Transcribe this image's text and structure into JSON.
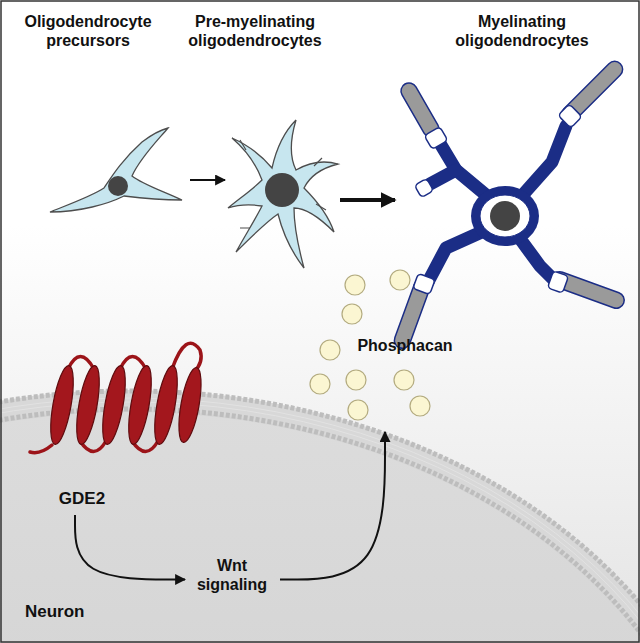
{
  "diagram": {
    "nodes": [
      {
        "text": [
          "Oligodendrocyte precursors"
        ]
      },
      {
        "text": [
          "Pre-myelinating oligodendrocytes"
        ]
      },
      {
        "text": [
          "Myelinating oligodendrocytes"
        ]
      },
      {
        "text": [
          "Neuron"
        ]
      },
      {
        "text": [
          "GDE2"
        ],
        "in": 3
      },
      {
        "text": [
          "Wnt signaling"
        ],
        "in": 3
      },
      {
        "text": [
          "Phosphacan"
        ]
      }
    ],
    "edges": [
      {
        "from": 0,
        "to": 1,
        "arrow": "to"
      },
      {
        "from": 1,
        "to": 2,
        "arrow": "to"
      },
      {
        "from": 4,
        "to": 5,
        "arrow": "to"
      },
      {
        "from": 5,
        "to": 6,
        "arrow": "to"
      }
    ]
  }
}
